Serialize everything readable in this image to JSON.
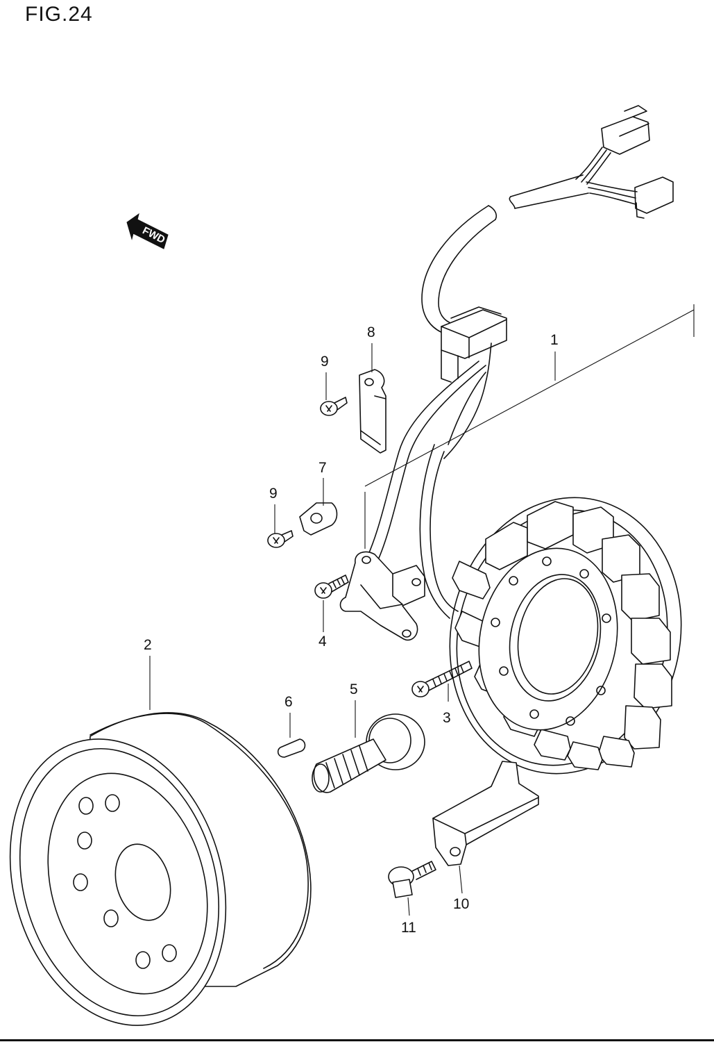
{
  "figure": {
    "title": "FIG.24"
  },
  "direction_arrow": {
    "label": "FWD",
    "icon": "forward-arrow-icon"
  },
  "callouts": {
    "p1": "1",
    "p2": "2",
    "p3": "3",
    "p4": "4",
    "p5": "5",
    "p6": "6",
    "p7": "7",
    "p8": "8",
    "p9a": "9",
    "p9b": "9",
    "p10": "10",
    "p11": "11"
  }
}
